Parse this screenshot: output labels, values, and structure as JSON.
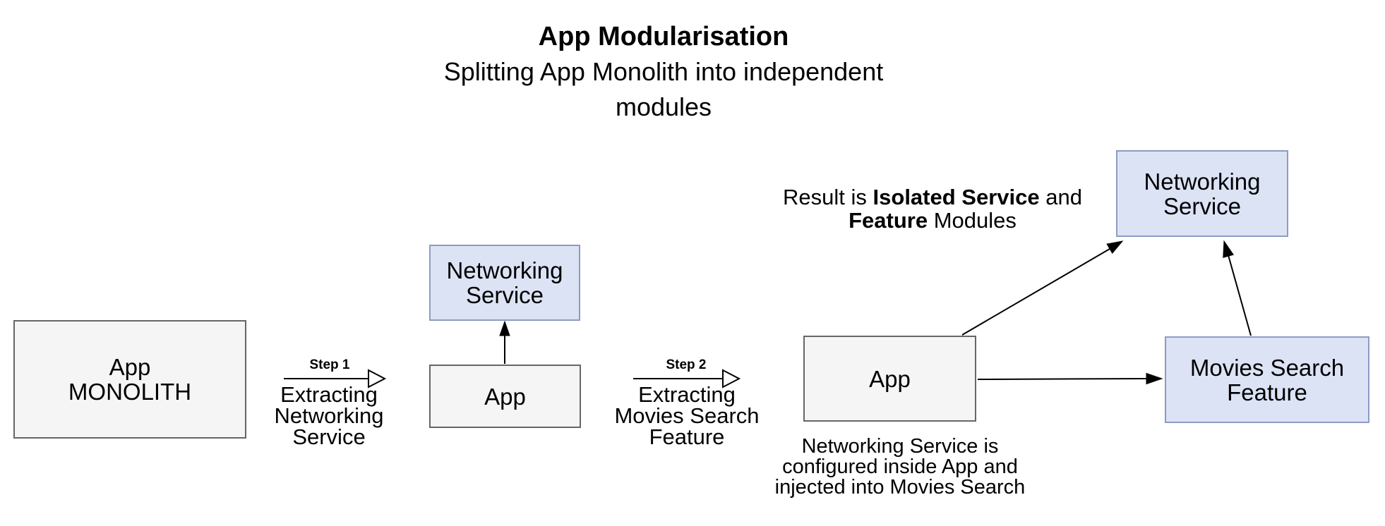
{
  "title": {
    "heading": "App Modularisation",
    "subtitle_line1": "Splitting App Monolith into independent",
    "subtitle_line2": "modules"
  },
  "boxes": {
    "monolith": {
      "label": "App\nMONOLITH"
    },
    "mid_networking": {
      "label": "Networking\nService"
    },
    "mid_app": {
      "label": "App"
    },
    "right_app": {
      "label": "App"
    },
    "right_networking": {
      "label": "Networking\nService"
    },
    "movies_feature": {
      "label": "Movies Search\nFeature"
    }
  },
  "steps": {
    "step1": {
      "label": "Step 1",
      "description": "Extracting\nNetworking\nService"
    },
    "step2": {
      "label": "Step 2",
      "description": "Extracting\nMovies Search\nFeature"
    }
  },
  "annotations": {
    "result": {
      "part1": "Result is ",
      "part2_bold": "Isolated Service",
      "part3": " and",
      "part4_bold": "Feature",
      "part5": " Modules"
    },
    "note": "Networking Service is\nconfigured inside App and\ninjected into Movies Search"
  },
  "colors": {
    "background": "#ffffff",
    "text": "#000000",
    "arrow": "#000000",
    "box_gray_fill": "#f5f5f5",
    "box_gray_border": "#666666",
    "box_blue_fill": "#dce3f5",
    "box_blue_border": "#8c9cc2"
  }
}
